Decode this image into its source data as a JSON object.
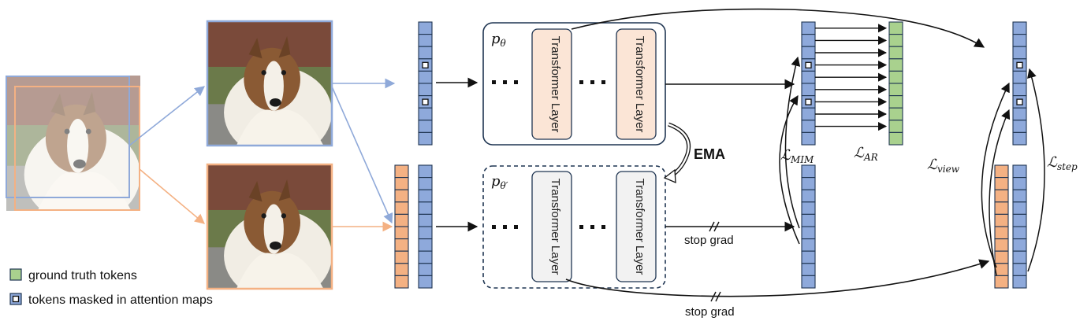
{
  "legend": {
    "ground_truth": "ground truth tokens",
    "masked": "tokens masked in attention maps"
  },
  "online": {
    "param": "p",
    "param_sub": "θ",
    "layers": [
      "Transformer Layer",
      "Transformer Layer"
    ]
  },
  "target": {
    "param": "p",
    "param_sub": "θ′",
    "layers": [
      "Transformer Layer",
      "Transformer Layer"
    ]
  },
  "ema_label": "EMA",
  "stop_grad_1": "stop grad",
  "stop_grad_2": "stop grad",
  "loss_mim": "ℒ",
  "loss_mim_sub": "MIM",
  "loss_ar": "ℒ",
  "loss_ar_sub": "AR",
  "loss_view": "ℒ",
  "loss_view_sub": "view",
  "loss_step": "ℒ",
  "loss_step_sub": "step",
  "colors": {
    "blue": "#8EA9DB",
    "orange": "#F4B183",
    "green": "#A9D18E",
    "layer_online": "#FBE5D6",
    "layer_target": "#F2F2F2",
    "frame_blue": "#8FA9D9",
    "frame_orange": "#F4B183",
    "dark": "#1F3552"
  }
}
